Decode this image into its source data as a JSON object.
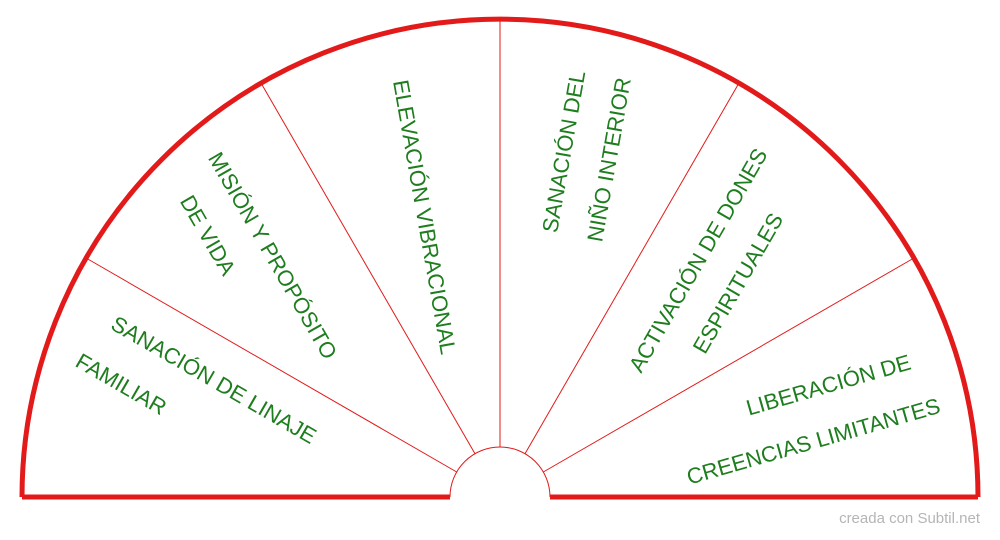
{
  "colors": {
    "outline": "#e21a1a",
    "divider": "#e21a1a",
    "text": "#1e7d1e",
    "credit": "#b5b5b5"
  },
  "segments": [
    {
      "id": "linaje",
      "lines": [
        "SANACIÓN DE LINAJE",
        "FAMILIAR"
      ]
    },
    {
      "id": "mision",
      "lines": [
        "MISIÓN Y PROPÓSITO",
        "DE VIDA"
      ]
    },
    {
      "id": "elevacion",
      "lines": [
        "ELEVACIÓN VIBRACIONAL"
      ]
    },
    {
      "id": "nino",
      "lines": [
        "SANACIÓN DEL",
        "NIÑO INTERIOR"
      ]
    },
    {
      "id": "dones",
      "lines": [
        "ACTIVACIÓN DE DONES",
        "ESPIRITUALES"
      ]
    },
    {
      "id": "creencias",
      "lines": [
        "LIBERACIÓN DE",
        "CREENCIAS LIMITANTES"
      ]
    }
  ],
  "credit": "creada con Subtil.net"
}
